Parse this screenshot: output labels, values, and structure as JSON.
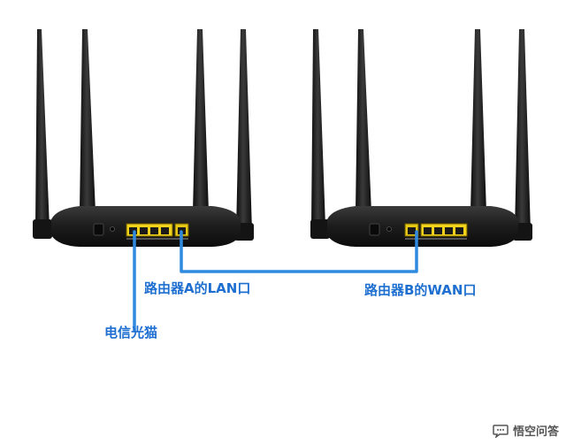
{
  "labels": {
    "router_a_lan": "路由器A的LAN口",
    "router_b_wan": "路由器B的WAN口",
    "telecom_modem": "电信光猫"
  },
  "watermark": {
    "text": "悟空问答",
    "icon": "speech-bubble-icon"
  },
  "colors": {
    "label": "#1e6fd0",
    "cable": "#2f8ae0",
    "router_body": "#1b1b1b",
    "port_highlight": "#f2d21a",
    "watermark": "#555555",
    "background": "#ffffff"
  }
}
